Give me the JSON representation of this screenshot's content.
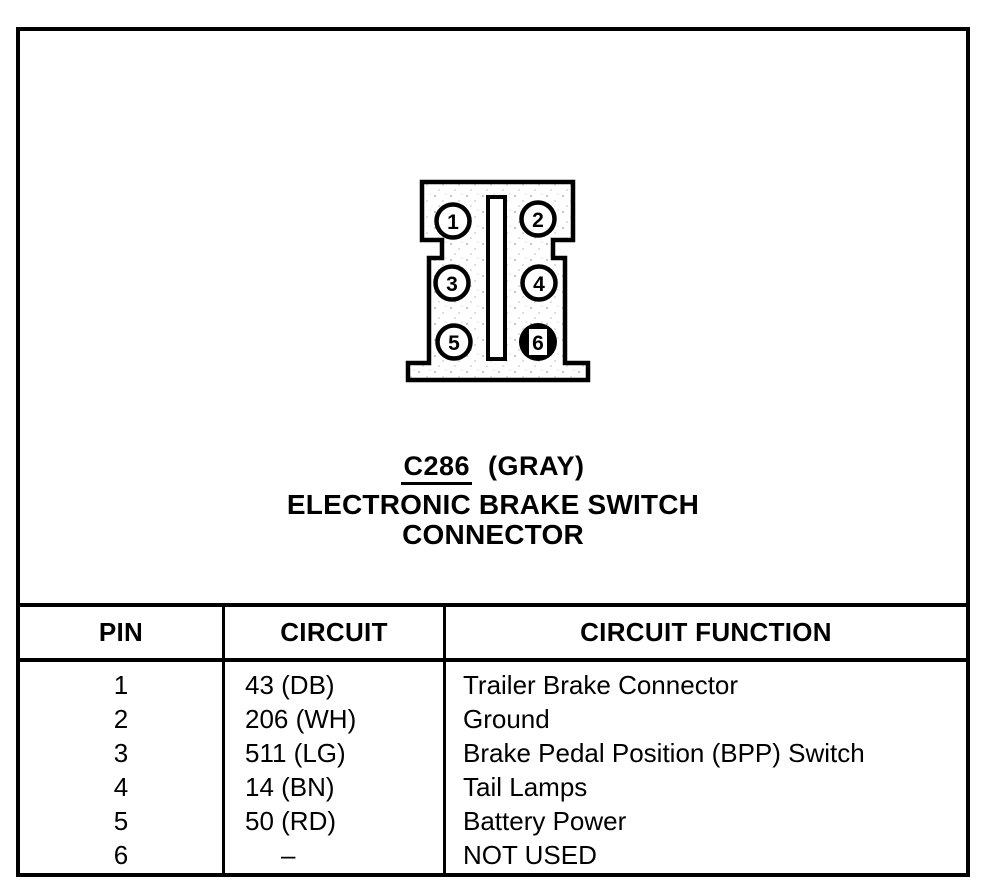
{
  "connector": {
    "code": "C286",
    "color_note": "(GRAY)",
    "name_line1": "ELECTRONIC BRAKE SWITCH",
    "name_line2": "CONNECTOR",
    "pins": [
      {
        "label": "1"
      },
      {
        "label": "2"
      },
      {
        "label": "3"
      },
      {
        "label": "4"
      },
      {
        "label": "5"
      },
      {
        "label": "6"
      }
    ]
  },
  "table": {
    "headers": [
      "PIN",
      "CIRCUIT",
      "CIRCUIT FUNCTION"
    ],
    "rows": [
      {
        "pin": "1",
        "circuit": "43 (DB)",
        "function": "Trailer Brake Connector"
      },
      {
        "pin": "2",
        "circuit": "206 (WH)",
        "function": "Ground"
      },
      {
        "pin": "3",
        "circuit": "511 (LG)",
        "function": "Brake Pedal Position (BPP) Switch"
      },
      {
        "pin": "4",
        "circuit": "14 (BN)",
        "function": "Tail Lamps"
      },
      {
        "pin": "5",
        "circuit": "50 (RD)",
        "function": "Battery Power"
      },
      {
        "pin": "6",
        "circuit": "–",
        "function": "NOT USED"
      }
    ]
  },
  "colors": {
    "ink": "#000000",
    "paper": "#ffffff",
    "halftone_speckle": "#bdbdbd"
  }
}
